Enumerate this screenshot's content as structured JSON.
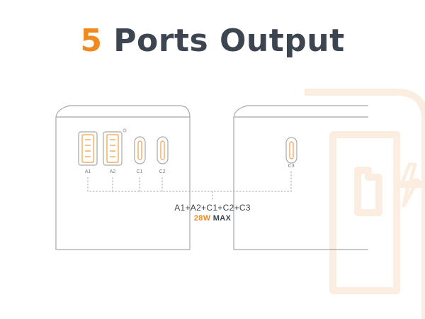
{
  "header": {
    "title_number": "5",
    "title_text": " Ports Output"
  },
  "ports": {
    "a1": "A1",
    "a2": "A2",
    "c1": "C1",
    "c2": "C2",
    "c3": "C3"
  },
  "output": {
    "formula": "A1+A2+C1+C2+C3",
    "watts": "28W",
    "max_label": " MAX"
  },
  "colors": {
    "accent": "#f08a1e",
    "text_dark": "#3c4550",
    "outline": "#a8a8a8",
    "watermark": "#fbeee0"
  }
}
